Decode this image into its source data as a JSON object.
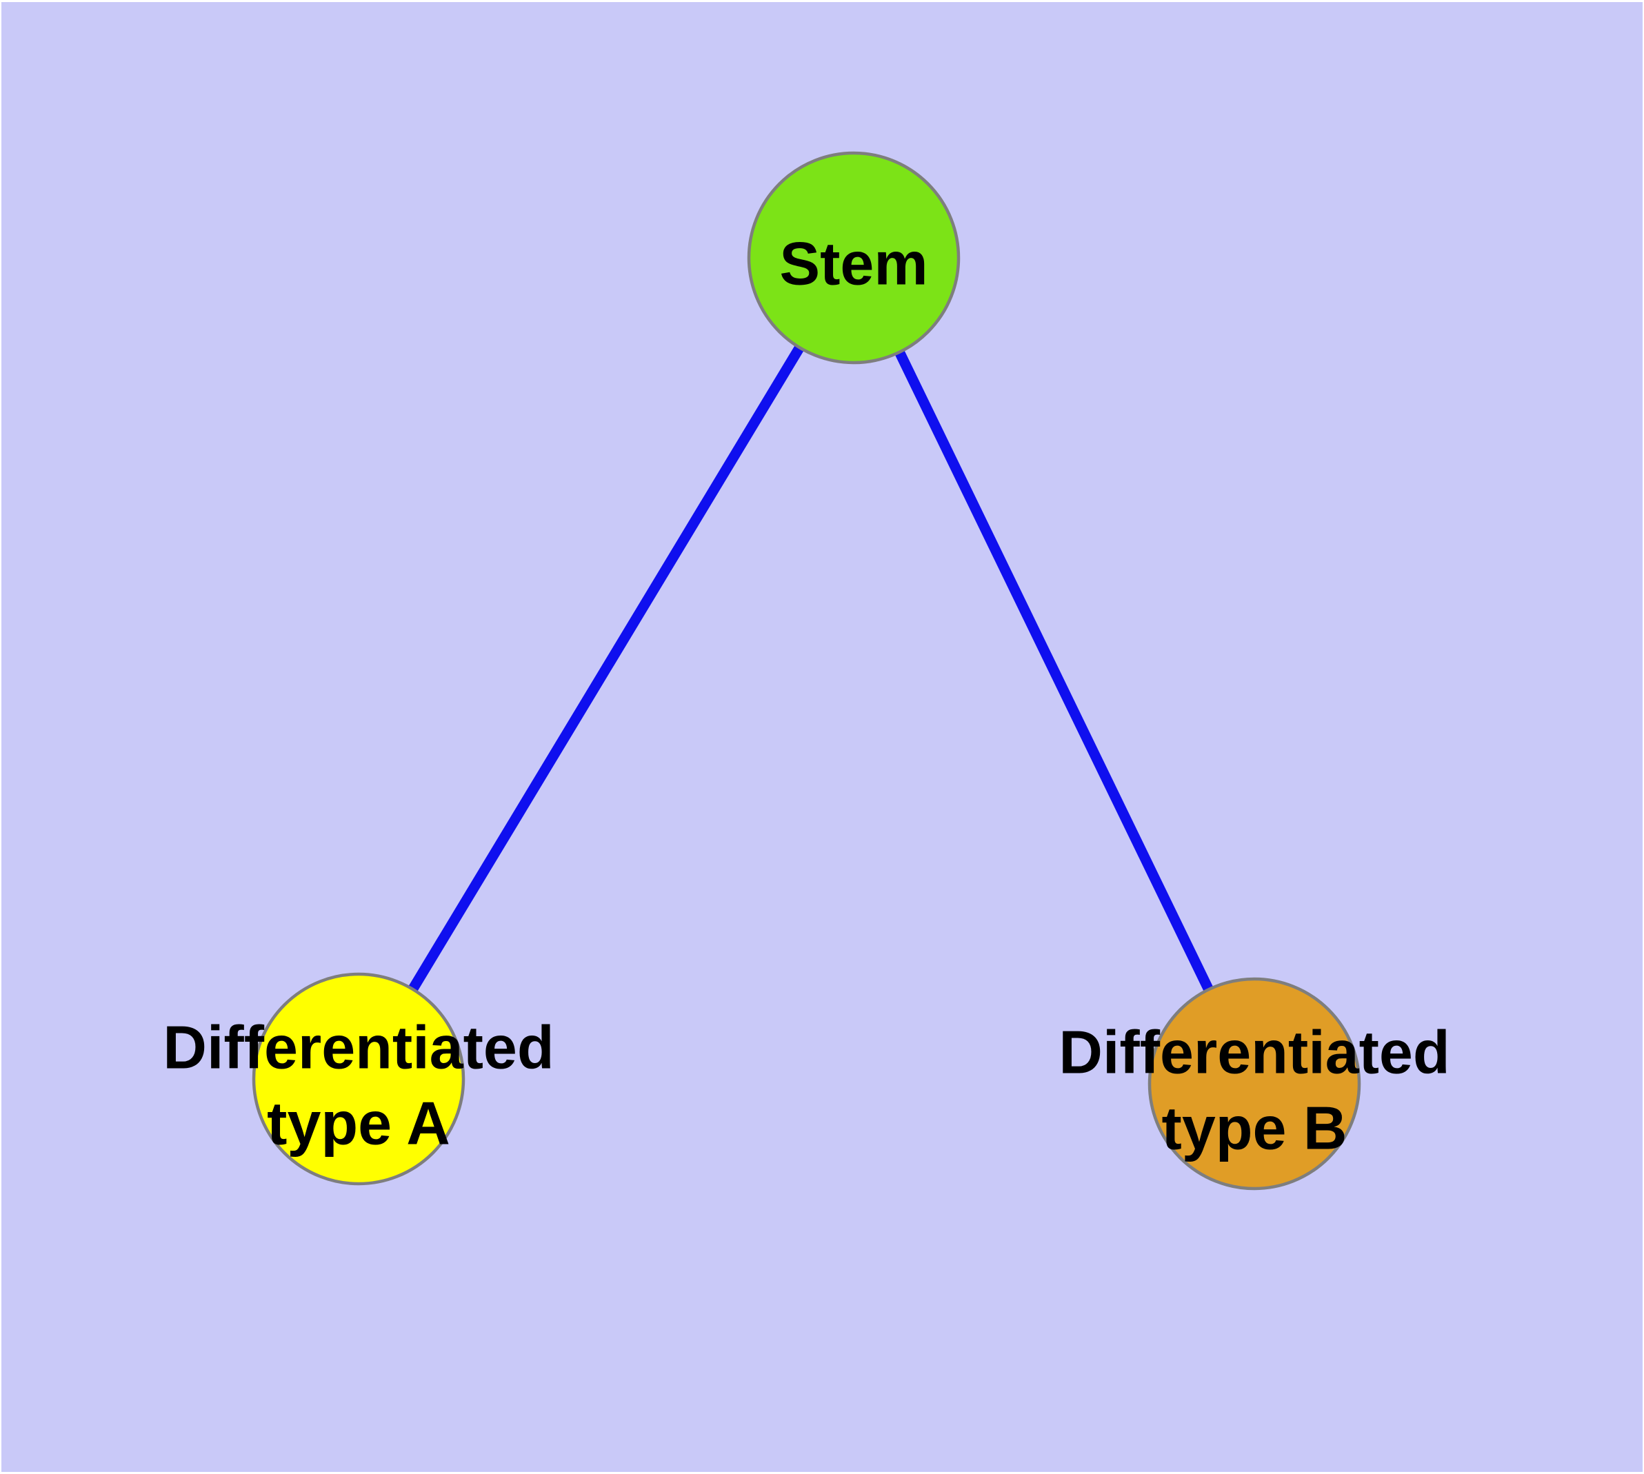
{
  "diagram": {
    "colors": {
      "background": "#C9C9F8",
      "page_margin": "#FFFFFF",
      "edge": "#0F0FEF",
      "node_border": "#7E7E7E",
      "label_text": "#000000"
    },
    "nodes": {
      "stem": {
        "label": "Stem",
        "fill": "#7CE317"
      },
      "type_a": {
        "line1": "Differentiated",
        "line2": "type A",
        "fill": "#FFFF00"
      },
      "type_b": {
        "line1": "Differentiated",
        "line2": "type B",
        "fill": "#E09D26"
      }
    },
    "edges": [
      {
        "from": "stem",
        "to": "type_a"
      },
      {
        "from": "stem",
        "to": "type_b"
      }
    ]
  }
}
